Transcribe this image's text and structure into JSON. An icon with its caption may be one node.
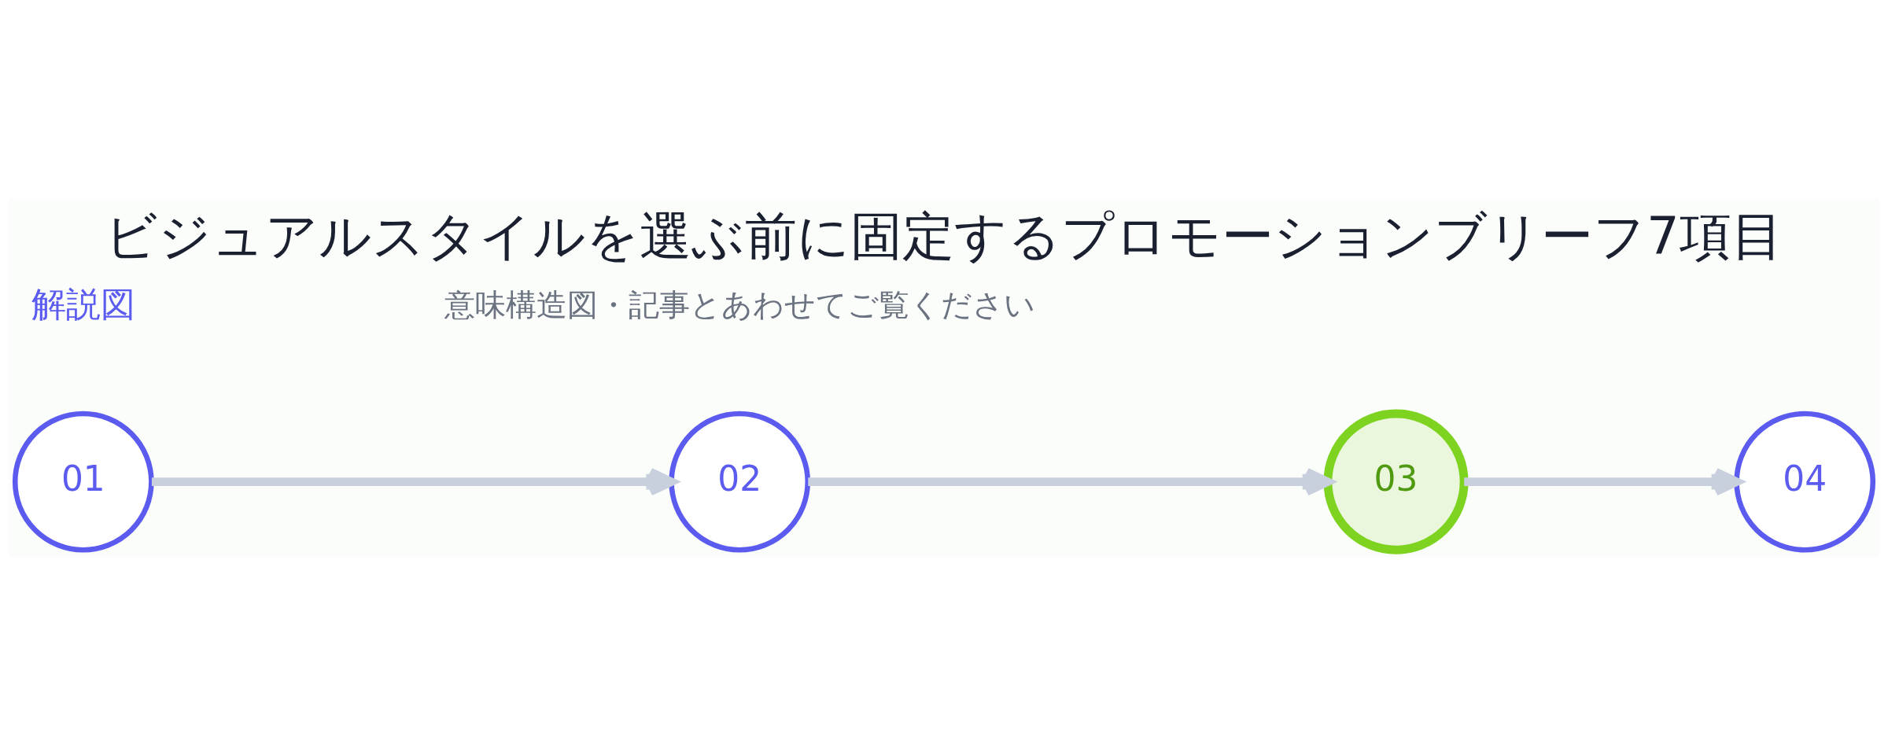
{
  "diagram": {
    "title": "ビジュアルスタイルを選ぶ前に固定するプロモーションブリーフ7項目",
    "caption": "意味構造図・記事とあわせてご覧ください",
    "nodes": [
      {
        "text": [
          "01"
        ]
      },
      {
        "text": [
          "02"
        ]
      },
      {
        "text": [
          "03"
        ]
      },
      {
        "text": [
          "04"
        ]
      }
    ],
    "edges": [
      {
        "from": 0,
        "to": 1,
        "arrow": "to"
      },
      {
        "from": 1,
        "to": 2,
        "arrow": "to"
      },
      {
        "from": 2,
        "to": 3,
        "arrow": "to"
      }
    ],
    "labels": [
      "解説図"
    ]
  }
}
